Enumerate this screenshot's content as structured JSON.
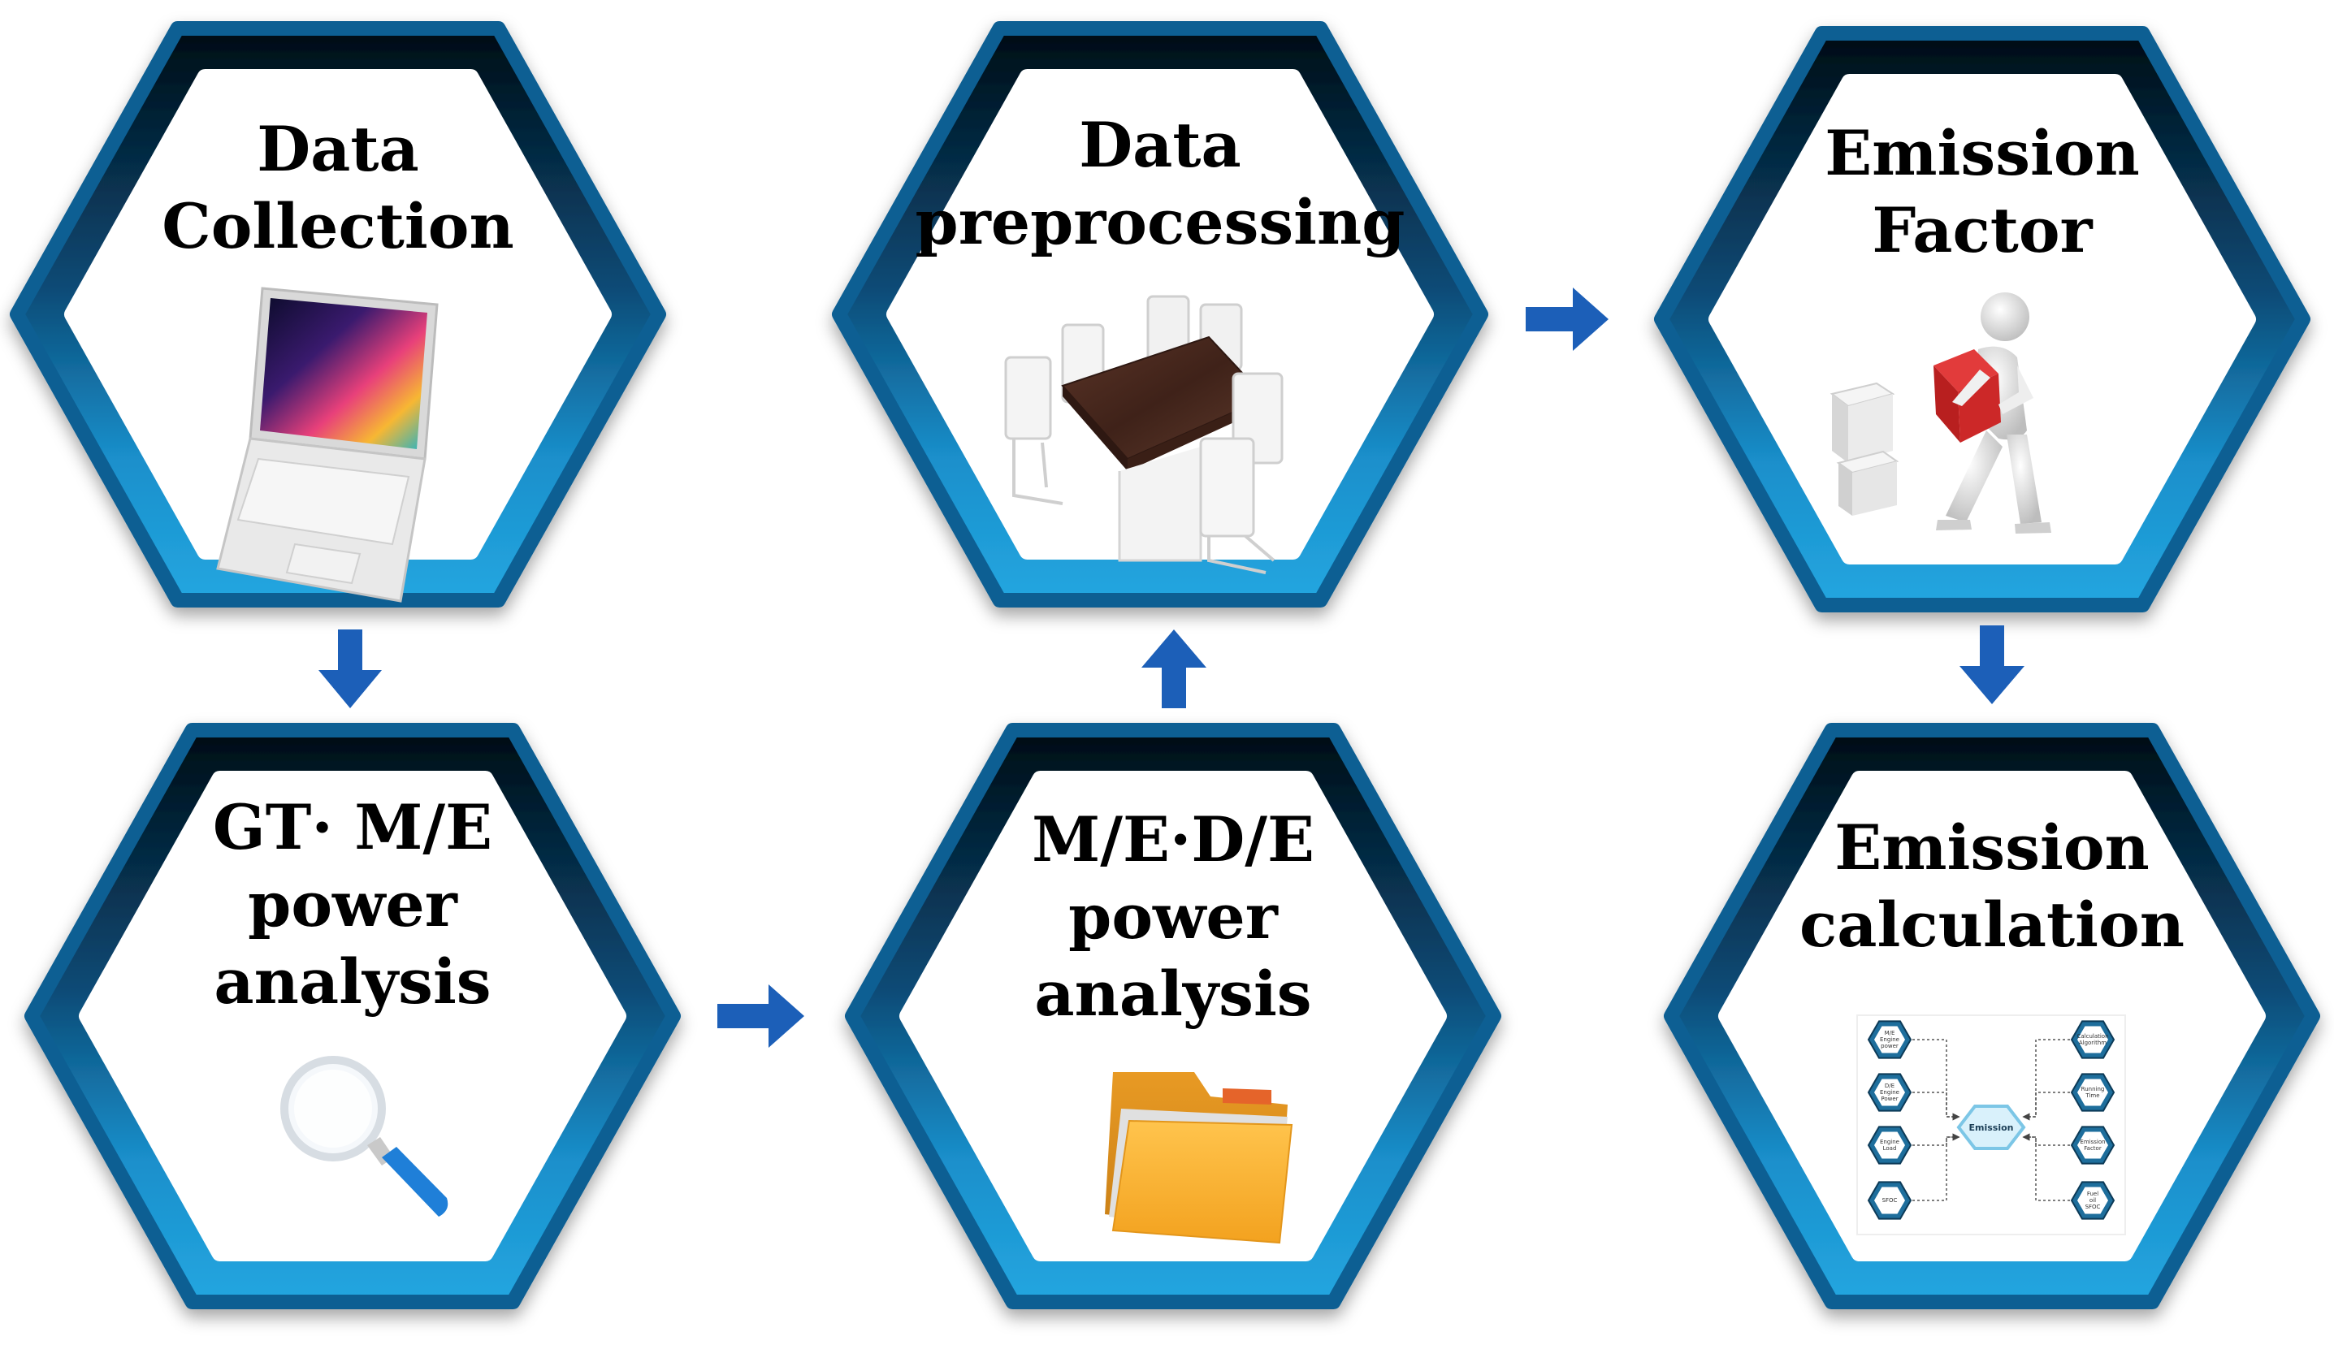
{
  "colors": {
    "frame_top": "#020c14",
    "frame_mid": "#0a4a75",
    "frame_bottom": "#23a6e0",
    "arrow": "#1c5fb8"
  },
  "steps": [
    {
      "id": "data-collection",
      "title_lines": [
        "Data",
        "Collection"
      ],
      "icon": "laptop-icon"
    },
    {
      "id": "data-preprocessing",
      "title_lines": [
        "Data",
        "preprocessing"
      ],
      "icon": "table-and-chairs-icon"
    },
    {
      "id": "emission-factor",
      "title_lines": [
        "Emission",
        "Factor"
      ],
      "icon": "figure-carrying-box-icon"
    },
    {
      "id": "gt-me-power-analysis",
      "title_lines": [
        "GT· M/E",
        "power",
        "analysis"
      ],
      "icon": "magnifier-icon"
    },
    {
      "id": "me-de-power-analysis",
      "title_lines": [
        "M/E·D/E",
        "power",
        "analysis"
      ],
      "icon": "folder-icon"
    },
    {
      "id": "emission-calculation",
      "title_lines": [
        "Emission",
        "calculation"
      ],
      "icon": "flowchart-icon"
    }
  ],
  "mini_flowchart": {
    "center_label": "Emission",
    "left_nodes": [
      "M/E Engine power",
      "D/E Engine Power",
      "Engine Load",
      "SFOC"
    ],
    "right_nodes": [
      "Calculation Algorithm",
      "Running Time",
      "Emission Factor",
      "Fuel oil SFOC"
    ]
  }
}
